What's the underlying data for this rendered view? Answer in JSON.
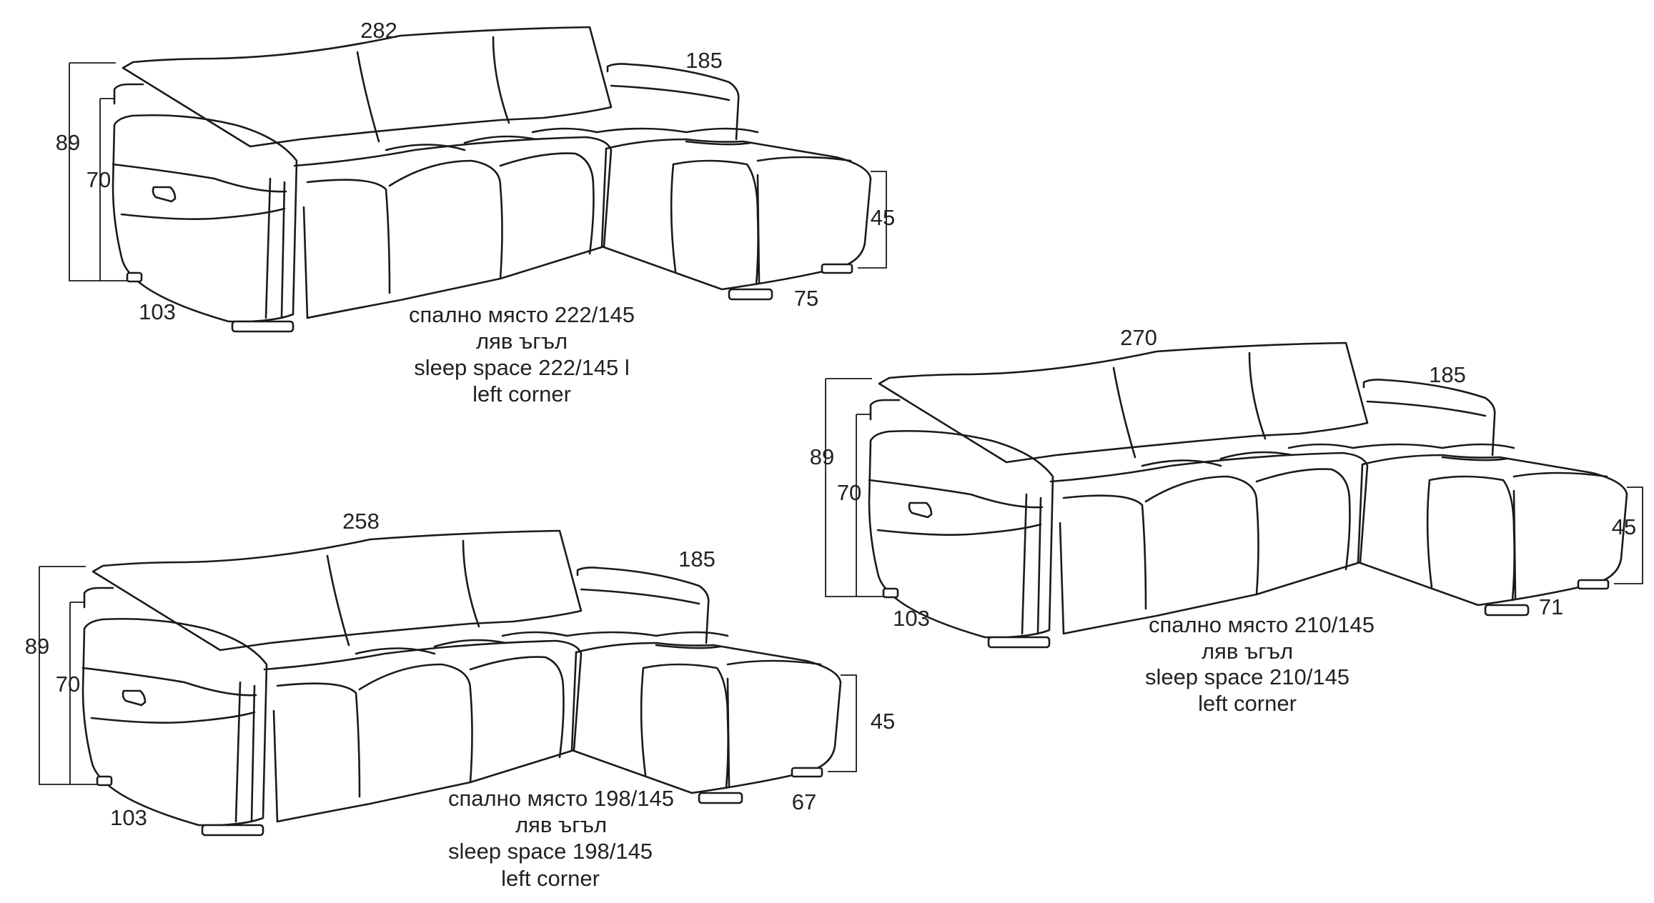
{
  "colors": {
    "line": "#1a1a1a",
    "text": "#222222",
    "background": "#ffffff"
  },
  "sofas": [
    {
      "width": "282",
      "chaise_length": "185",
      "total_height": "89",
      "arm_height": "70",
      "seat_height": "45",
      "chaise_width": "75",
      "depth": "103",
      "caption": [
        "спално място 222/145",
        "ляв ъгъл",
        "sleep space 222/145 l",
        "left corner"
      ]
    },
    {
      "width": "270",
      "chaise_length": "185",
      "total_height": "89",
      "arm_height": "70",
      "seat_height": "45",
      "chaise_width": "71",
      "depth": "103",
      "caption": [
        "спално място 210/145",
        "ляв ъгъл",
        "sleep space 210/145",
        "left corner"
      ]
    },
    {
      "width": "258",
      "chaise_length": "185",
      "total_height": "89",
      "arm_height": "70",
      "seat_height": "45",
      "chaise_width": "67",
      "depth": "103",
      "caption": [
        "спално място 198/145",
        "ляв ъгъл",
        "sleep space 198/145",
        "left corner"
      ]
    }
  ]
}
